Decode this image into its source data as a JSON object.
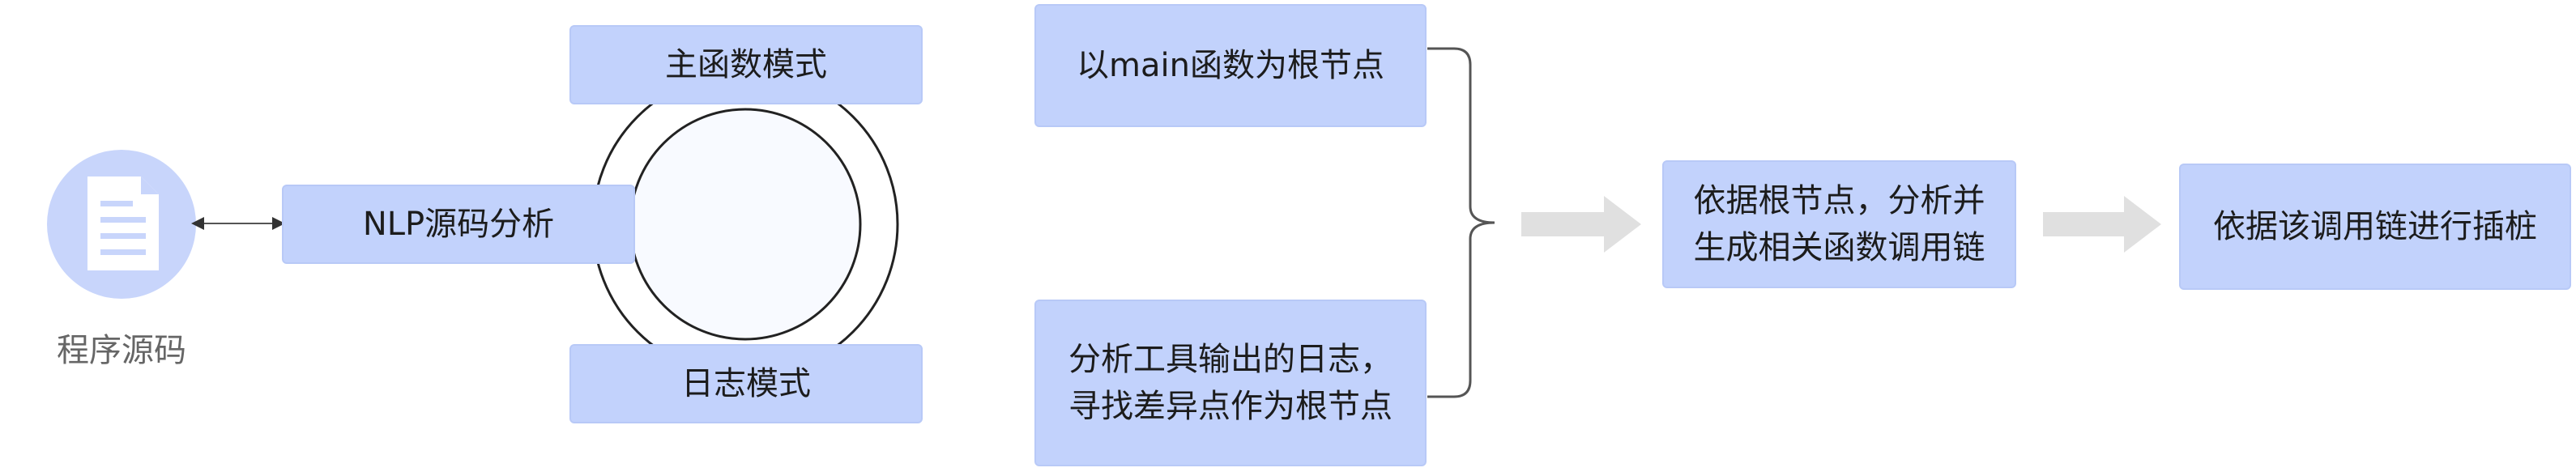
{
  "colors": {
    "box_fill": "#c2d2fc",
    "box_stroke": "#b8c9f7",
    "icon_circle": "#c8d5fb",
    "icon_doc": "#ffffff",
    "arrow_gray": "#e0e0e0",
    "connector": "#555555",
    "ring_stroke": "#222222",
    "ring_fill": "#f8faff",
    "caption": "#666666"
  },
  "nodes": {
    "source_code_label": "程序源码",
    "nlp_analysis": "NLP源码分析",
    "main_function_mode": "主函数模式",
    "log_mode": "日志模式",
    "main_as_root": "以main函数为根节点",
    "log_diff_root": "分析工具输出的日志，\n寻找差异点作为根节点",
    "build_call_chain": "依据根节点，分析并\n生成相关函数调用链",
    "instrument": "依据该调用链进行插桩"
  }
}
